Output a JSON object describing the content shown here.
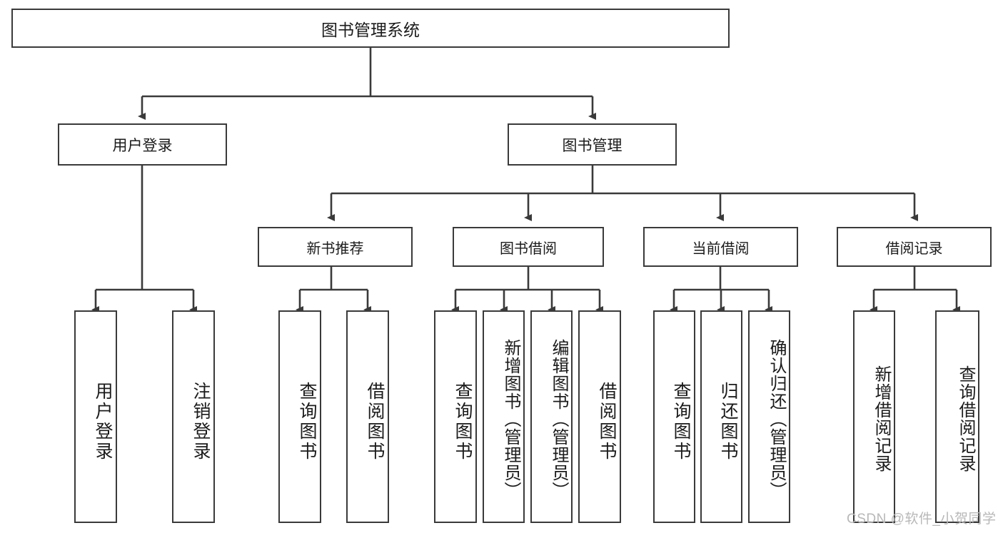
{
  "diagram": {
    "type": "tree",
    "title": "图书管理系统",
    "root": {
      "label": "图书管理系统"
    },
    "level1": [
      {
        "label": "用户登录"
      },
      {
        "label": "图书管理"
      }
    ],
    "level2": [
      {
        "label": "新书推荐"
      },
      {
        "label": "图书借阅"
      },
      {
        "label": "当前借阅"
      },
      {
        "label": "借阅记录"
      }
    ],
    "leaves": {
      "user_login": [
        {
          "label": "用户登录"
        },
        {
          "label": "注销登录"
        }
      ],
      "new_book_recommend": [
        {
          "label": "查询图书"
        },
        {
          "label": "借阅图书"
        }
      ],
      "book_borrow": [
        {
          "label": "查询图书"
        },
        {
          "label": "新增图书（管理员）"
        },
        {
          "label": "编辑图书（管理员）"
        },
        {
          "label": "借阅图书"
        }
      ],
      "current_borrow": [
        {
          "label": "查询图书"
        },
        {
          "label": "归还图书"
        },
        {
          "label": "确认归还（管理员）"
        }
      ],
      "borrow_record": [
        {
          "label": "新增借阅记录"
        },
        {
          "label": "查询借阅记录"
        }
      ]
    }
  },
  "watermark": {
    "text": "CSDN @软件_小贺同学"
  },
  "colors": {
    "stroke": "#3a3a3a",
    "background": "#ffffff",
    "text": "#1b1b1b",
    "watermark": "#b8b8b8"
  }
}
